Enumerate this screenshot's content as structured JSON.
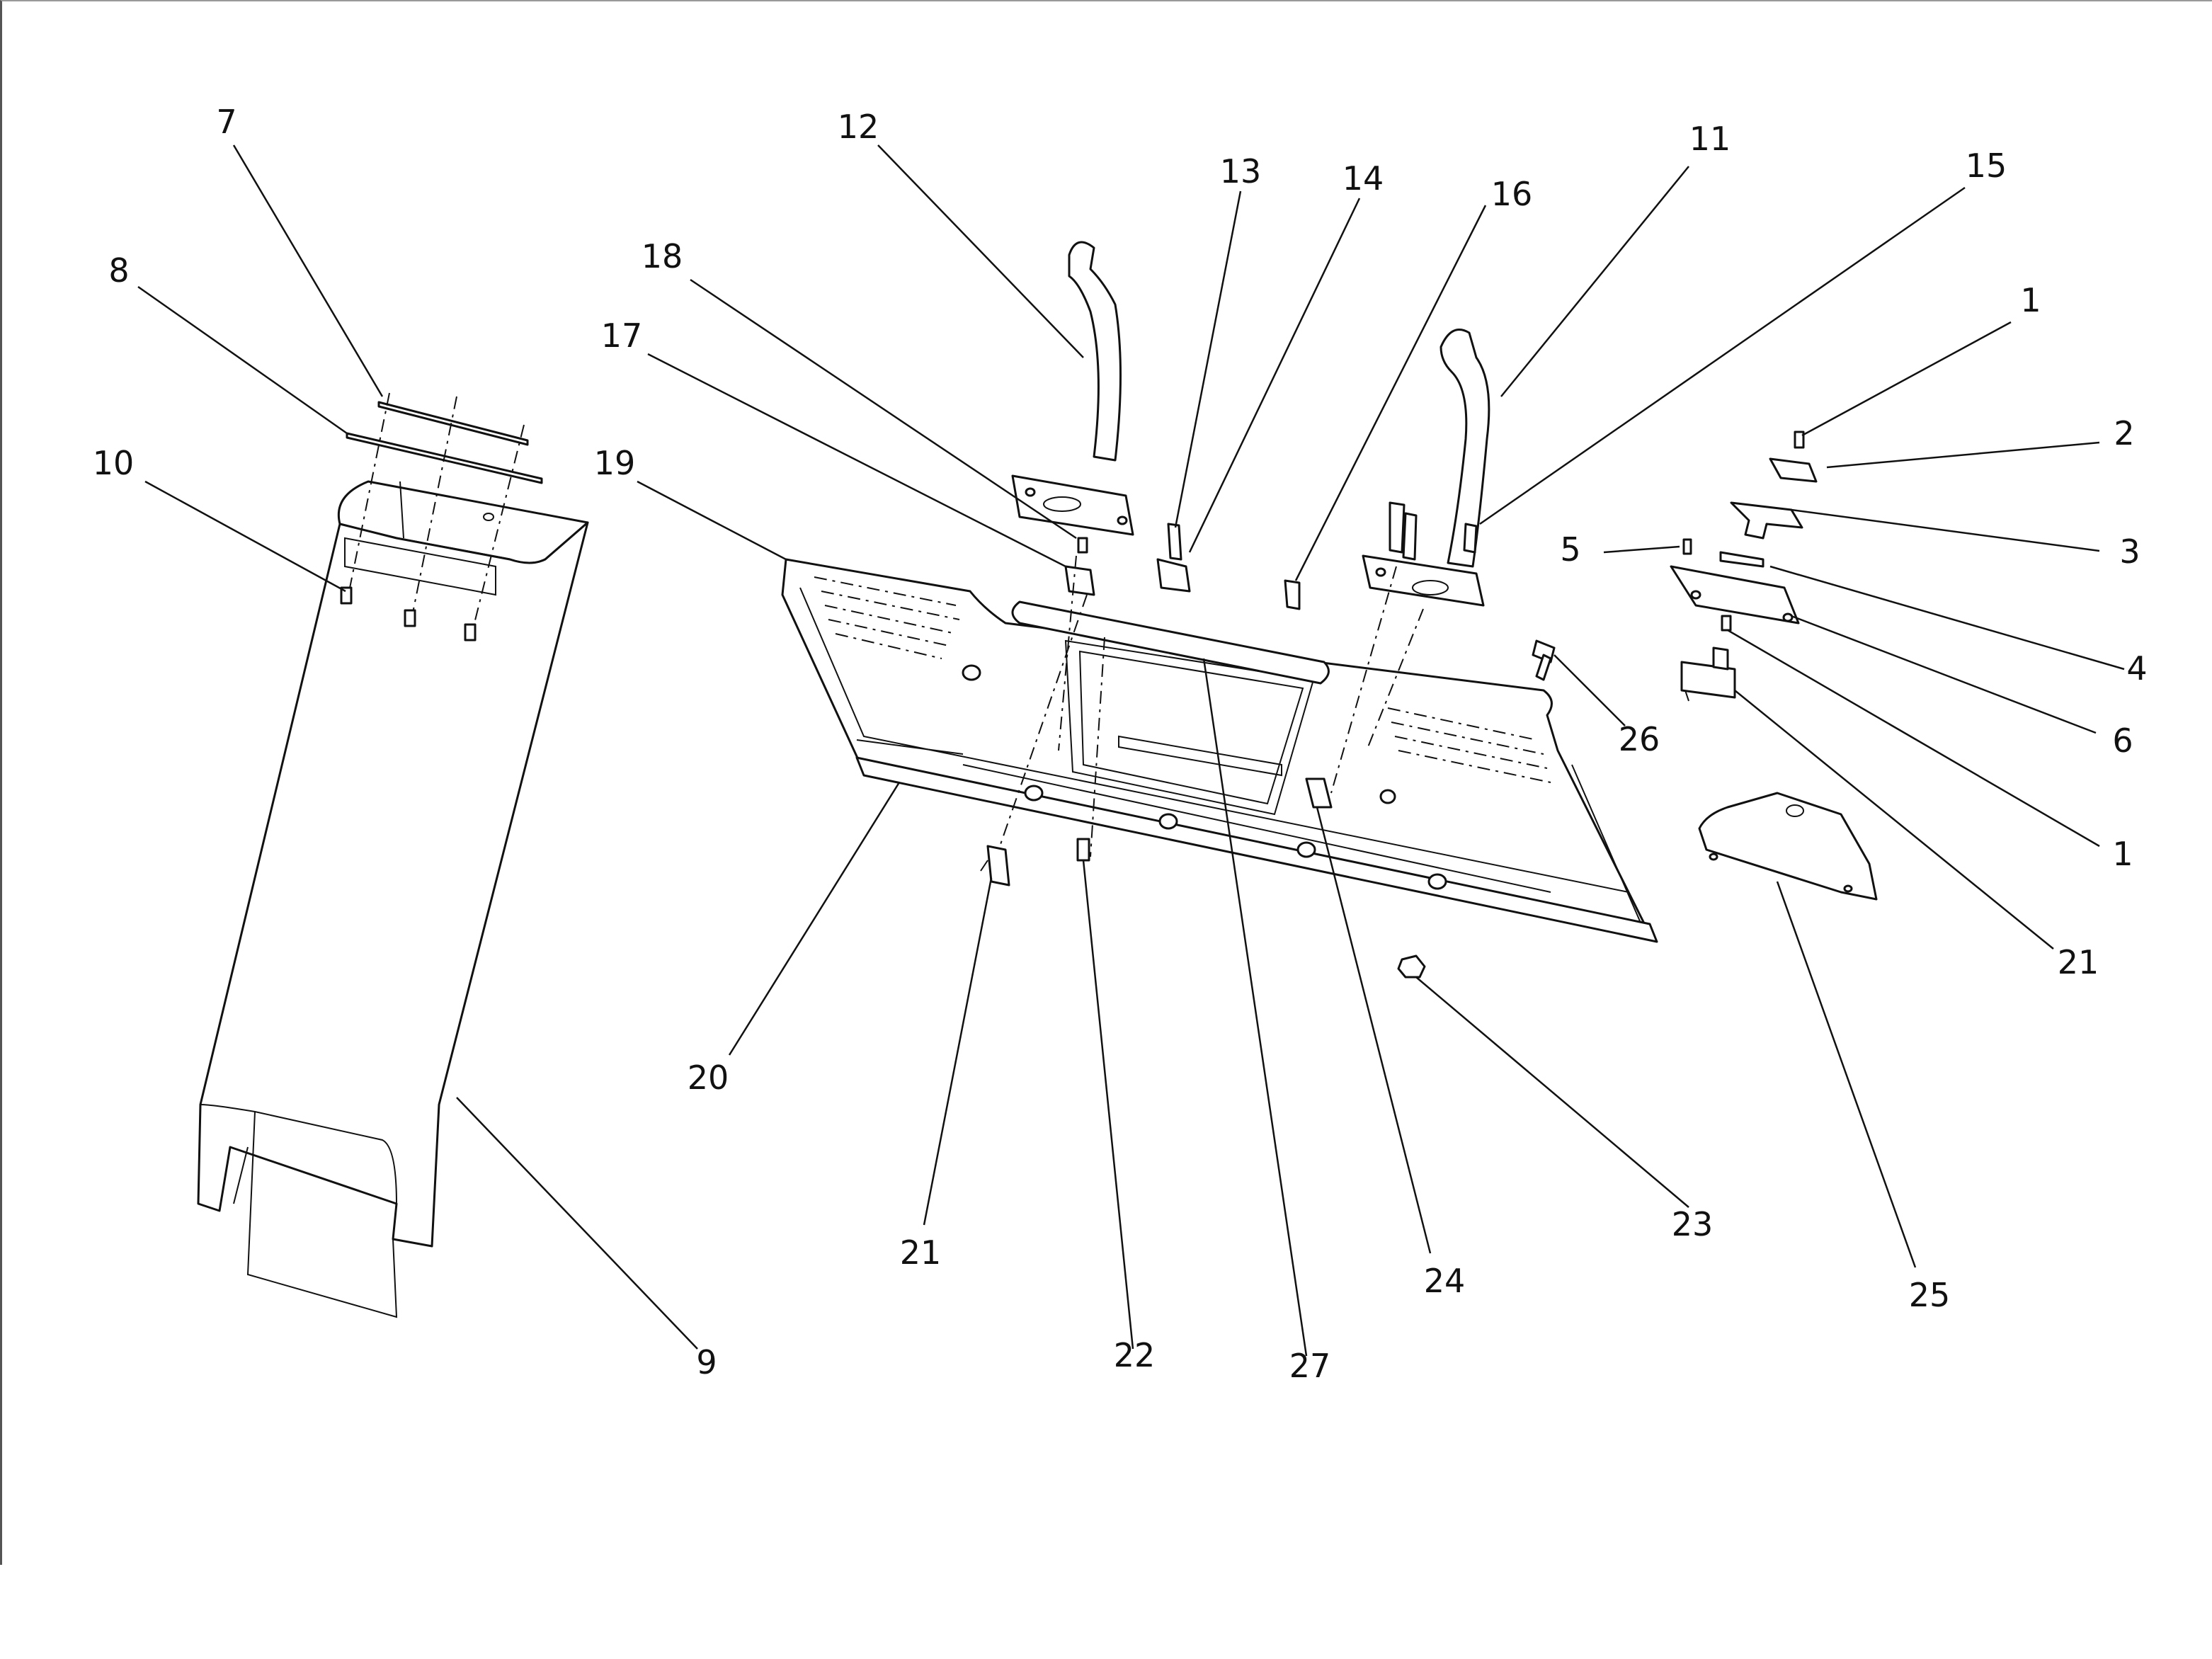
{
  "callouts": [
    {
      "id": "7",
      "text": "7"
    },
    {
      "id": "8",
      "text": "8"
    },
    {
      "id": "10",
      "text": "10"
    },
    {
      "id": "9",
      "text": "9"
    },
    {
      "id": "12",
      "text": "12"
    },
    {
      "id": "18",
      "text": "18"
    },
    {
      "id": "17",
      "text": "17"
    },
    {
      "id": "19",
      "text": "19"
    },
    {
      "id": "13",
      "text": "13"
    },
    {
      "id": "14",
      "text": "14"
    },
    {
      "id": "16",
      "text": "16"
    },
    {
      "id": "11",
      "text": "11"
    },
    {
      "id": "15",
      "text": "15"
    },
    {
      "id": "1a",
      "text": "1"
    },
    {
      "id": "2",
      "text": "2"
    },
    {
      "id": "3",
      "text": "3"
    },
    {
      "id": "5",
      "text": "5"
    },
    {
      "id": "4",
      "text": "4"
    },
    {
      "id": "6",
      "text": "6"
    },
    {
      "id": "1b",
      "text": "1"
    },
    {
      "id": "21a",
      "text": "21"
    },
    {
      "id": "26",
      "text": "26"
    },
    {
      "id": "20",
      "text": "20"
    },
    {
      "id": "21b",
      "text": "21"
    },
    {
      "id": "22",
      "text": "22"
    },
    {
      "id": "27",
      "text": "27"
    },
    {
      "id": "24",
      "text": "24"
    },
    {
      "id": "23",
      "text": "23"
    },
    {
      "id": "25",
      "text": "25"
    }
  ]
}
